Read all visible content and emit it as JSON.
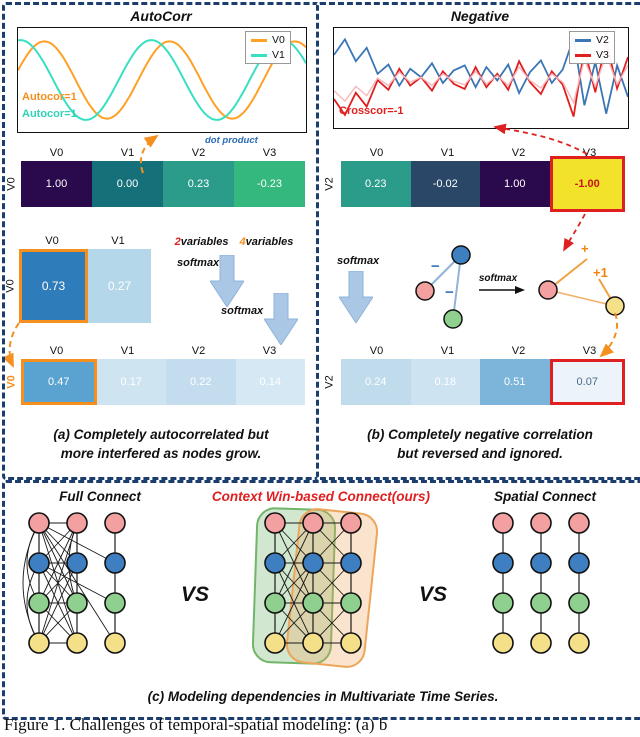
{
  "colors": {
    "panel_border": "#1c3e6e",
    "accent_orange": "#f5901e",
    "accent_red": "#e02020",
    "accent_blue": "#2a6bb5"
  },
  "panel_a": {
    "title": "AutoCorr",
    "chart": {
      "type": "line",
      "legend_position": "top-right",
      "series": [
        {
          "name": "V0",
          "color": "#ffa028",
          "wave": {
            "amplitude": 0.92,
            "cycles": 2.3,
            "phase": 0.25
          }
        },
        {
          "name": "V1",
          "color": "#38dfc0",
          "wave": {
            "amplitude": 0.95,
            "cycles": 2.2,
            "phase": 1.45
          }
        }
      ],
      "annotations": [
        {
          "text": "Autocor=1",
          "color": "#f5901e"
        },
        {
          "text": "Autocor=1",
          "color": "#2fd3b5"
        }
      ]
    },
    "dot_product_label": "dot product",
    "heatmap_corr": {
      "columns": [
        "V0",
        "V1",
        "V2",
        "V3"
      ],
      "row_label": "V0",
      "values": [
        "1.00",
        "0.00",
        "0.23",
        "-0.23"
      ],
      "cell_colors": [
        "#2a0a4d",
        "#16707a",
        "#2b9c8a",
        "#35b87e"
      ]
    },
    "softmax_block": {
      "two": "2",
      "two_suffix": "variables",
      "four": "4",
      "four_suffix": "variables",
      "softmax1": "softmax",
      "softmax2": "softmax"
    },
    "heatmap_2var": {
      "columns": [
        "V0",
        "V1"
      ],
      "row_label": "V0",
      "values": [
        "0.73",
        "0.27"
      ],
      "cell_colors": [
        "#2f7cba",
        "#b5d7ea"
      ]
    },
    "heatmap_4var": {
      "columns": [
        "V0",
        "V1",
        "V2",
        "V3"
      ],
      "row_label": "V0",
      "values": [
        "0.47",
        "0.17",
        "0.22",
        "0.14"
      ],
      "cell_colors": [
        "#5aa2d0",
        "#cfe4f1",
        "#c3ddee",
        "#d5e8f3"
      ]
    },
    "caption_line1": "(a) Completely autocorrelated but",
    "caption_line2": "more interfered as nodes grow."
  },
  "panel_b": {
    "title": "Negative",
    "chart": {
      "type": "line",
      "series": [
        {
          "name": "V2",
          "color": "#3a76b5",
          "values": [
            0.55,
            0.92,
            0.4,
            0.72,
            0.1,
            0.32,
            -0.18,
            0.22,
            0.02,
            0.35,
            -0.12,
            0.18,
            0.3,
            -0.22,
            0.26,
            -0.06,
            0.32,
            -0.36,
            0.14,
            0.42,
            -0.12,
            0.2,
            0.95,
            -0.65,
            0.38,
            -0.85,
            0.3,
            -0.45
          ]
        },
        {
          "name": "V3",
          "color": "#e02020",
          "values": [
            -0.5,
            -0.88,
            -0.35,
            -0.68,
            -0.05,
            -0.28,
            0.22,
            -0.18,
            0.02,
            -0.3,
            0.16,
            -0.14,
            -0.26,
            0.26,
            -0.22,
            0.1,
            -0.28,
            0.4,
            -0.1,
            -0.38,
            0.16,
            -0.16,
            -0.92,
            0.7,
            -0.34,
            0.9,
            -0.25,
            0.5
          ]
        },
        {
          "name": "",
          "color": "#f5b8bc",
          "ghost": true,
          "values": [
            -0.3,
            -0.55,
            -0.2,
            -0.42,
            0.0,
            -0.18,
            0.14,
            -0.1,
            0.02,
            -0.18,
            0.1,
            -0.08,
            -0.16,
            0.16,
            -0.14,
            0.06,
            -0.18,
            0.26,
            -0.06,
            -0.24,
            0.1,
            -0.1,
            -0.58,
            0.44,
            -0.2,
            0.56,
            -0.15,
            0.3
          ]
        }
      ],
      "annotation": {
        "text": "Crosscor=-1",
        "color": "#e02020"
      }
    },
    "heatmap_corr": {
      "columns": [
        "V0",
        "V1",
        "V2",
        "V3"
      ],
      "row_label": "V2",
      "values": [
        "0.23",
        "-0.02",
        "1.00",
        "-1.00"
      ],
      "cell_colors": [
        "#2b9c8a",
        "#2b4768",
        "#2a0a4d",
        "#f2e32a"
      ],
      "highlight_value_color": "#c41414"
    },
    "softmax_label": "softmax",
    "graph_labels": {
      "minus1": "−",
      "minus2": "−",
      "softmax_arrow": "softmax",
      "plus": "+",
      "plus_one": "+1"
    },
    "heatmap_softmax": {
      "columns": [
        "V0",
        "V1",
        "V2",
        "V3"
      ],
      "row_label": "V2",
      "values": [
        "0.24",
        "0.18",
        "0.51",
        "0.07"
      ],
      "cell_colors": [
        "#c0dbec",
        "#cde3f1",
        "#7db4d9",
        "#ecf4fa"
      ],
      "highlight_value_color": "#4a6a8a"
    },
    "caption_line1": "(b) Completely negative correlation",
    "caption_line2": "but reversed and ignored."
  },
  "panel_c": {
    "headers": [
      {
        "text": "Full Connect",
        "color": "#111111"
      },
      {
        "text": "Context Win-based Connect(ours)",
        "color": "#e02020"
      },
      {
        "text": "Spatial Connect",
        "color": "#111111"
      }
    ],
    "vs": "VS",
    "node_row_colors": [
      "#f2a0a0",
      "#3d7fc1",
      "#8fd08f",
      "#f5e08a"
    ],
    "window_colors": {
      "green": "#72b56a",
      "orange": "#eda55a"
    },
    "caption": "(c) Modeling dependencies in Multivariate Time Series."
  },
  "figure_caption": "Figure 1. Challenges of temporal-spatial modeling: (a) b"
}
